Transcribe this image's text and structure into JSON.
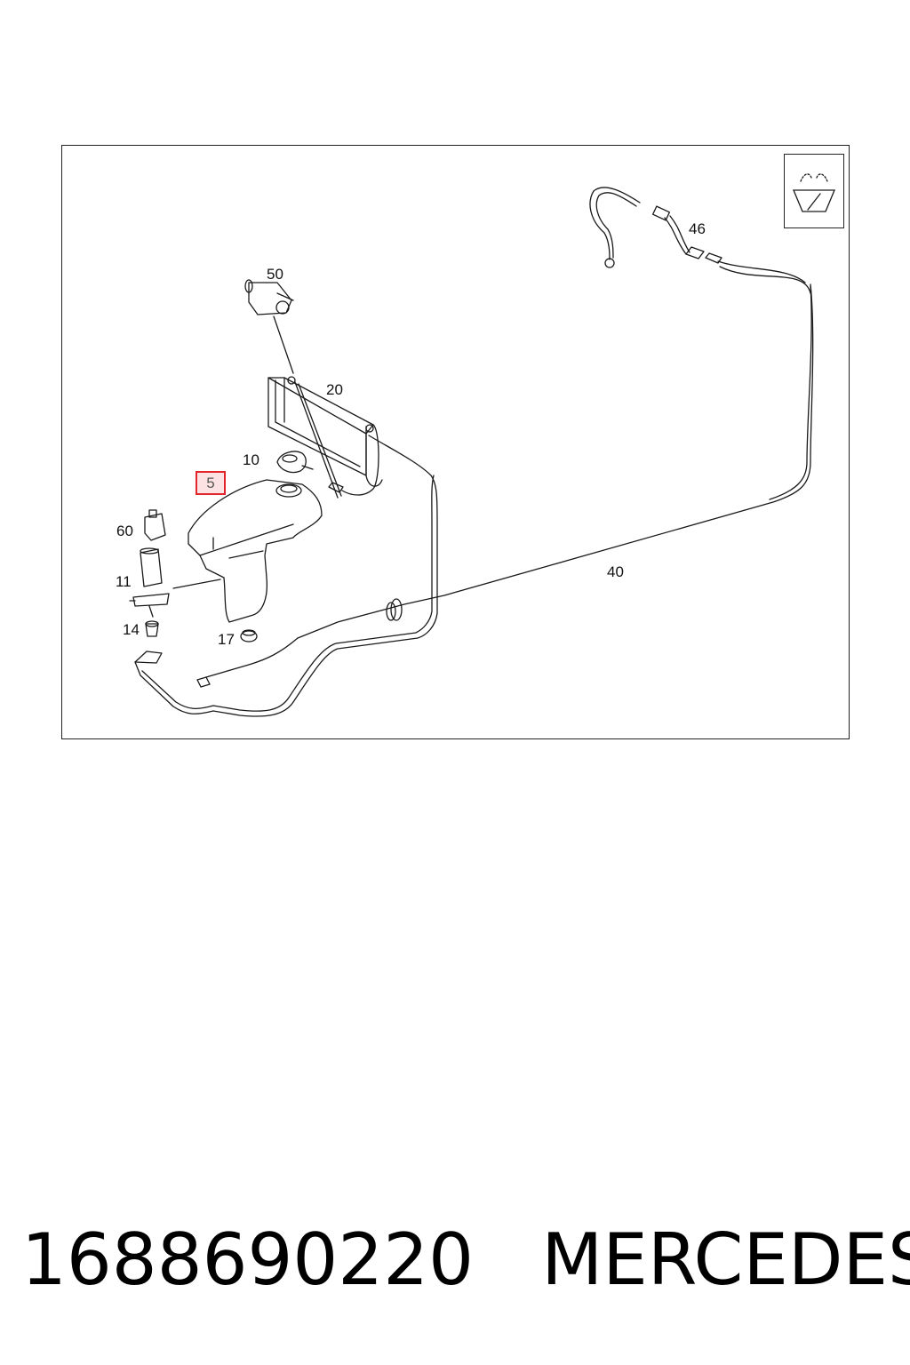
{
  "diagram": {
    "callouts": {
      "c50": "50",
      "c20": "20",
      "c10": "10",
      "c5": "5",
      "c60": "60",
      "c11": "11",
      "c14": "14",
      "c17": "17",
      "c40": "40",
      "c46": "46"
    },
    "highlight_color": "#e3242b",
    "wiper_icon": "windshield-wiper-icon"
  },
  "caption": {
    "part_number": "1688690220",
    "brand": "MERCEDES"
  }
}
